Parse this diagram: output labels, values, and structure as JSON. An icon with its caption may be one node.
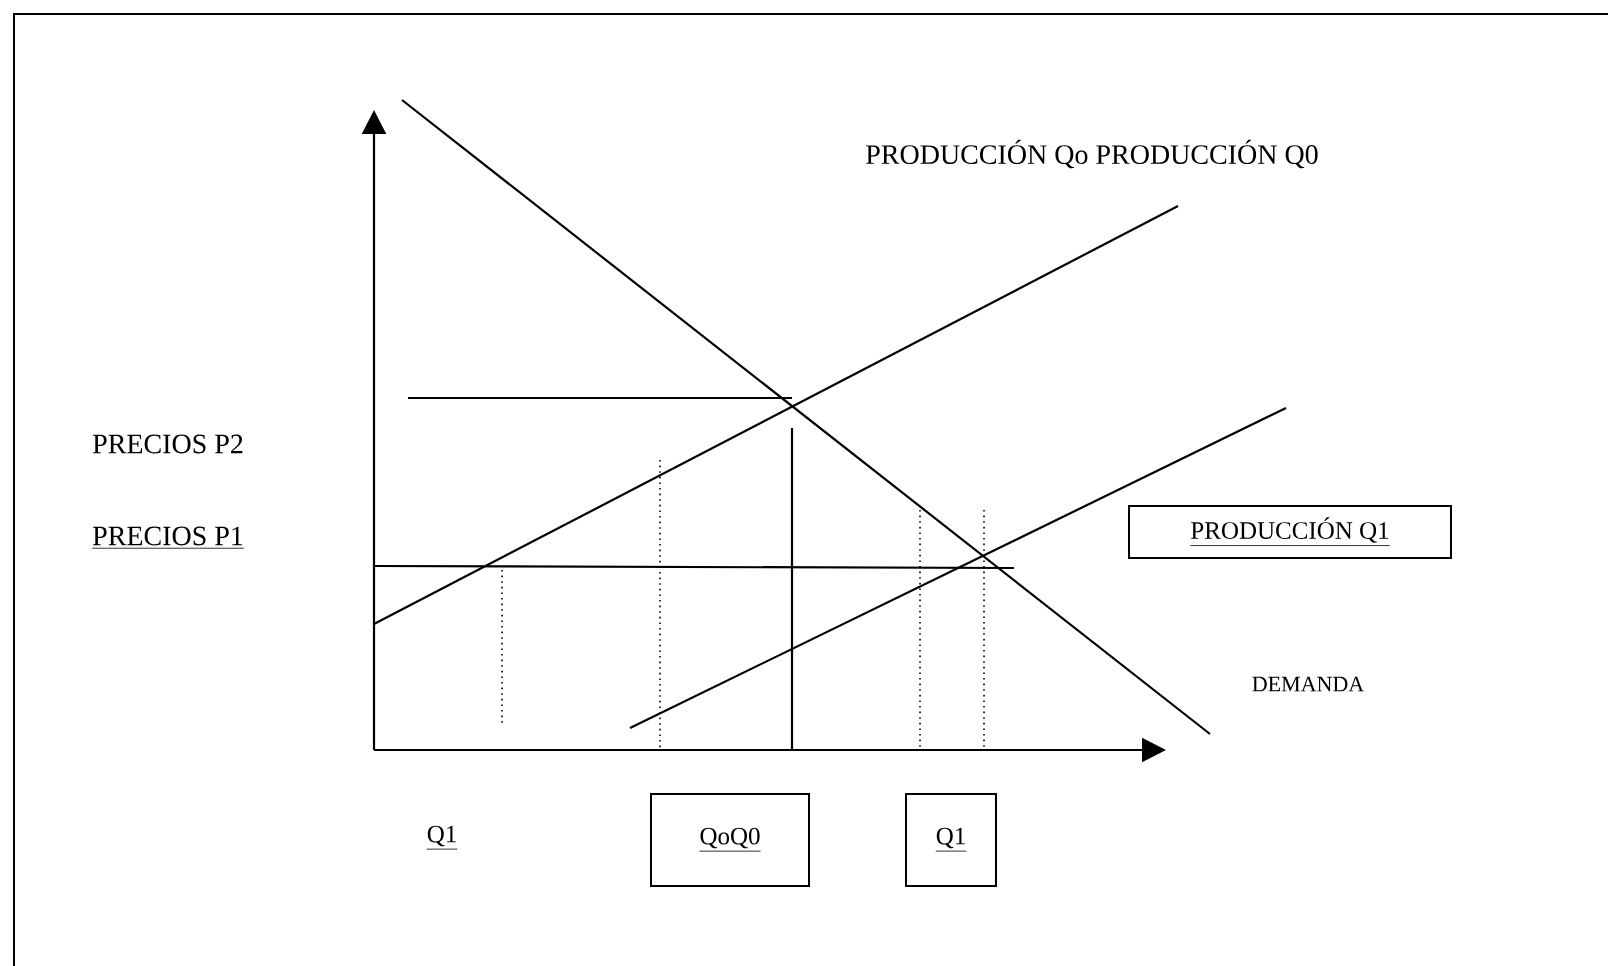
{
  "diagram": {
    "nodes": [
      {
        "text": [
          "PRODUCCIÓN Q1"
        ]
      },
      {
        "text": [
          "QoQ0"
        ]
      },
      {
        "text": [
          "Q1"
        ]
      }
    ],
    "labels": [
      "PRODUCCIÓN Qo PRODUCCIÓN Q0",
      "PRECIOS P2",
      "PRECIOS P1",
      "DEMANDA",
      "Q1"
    ]
  }
}
